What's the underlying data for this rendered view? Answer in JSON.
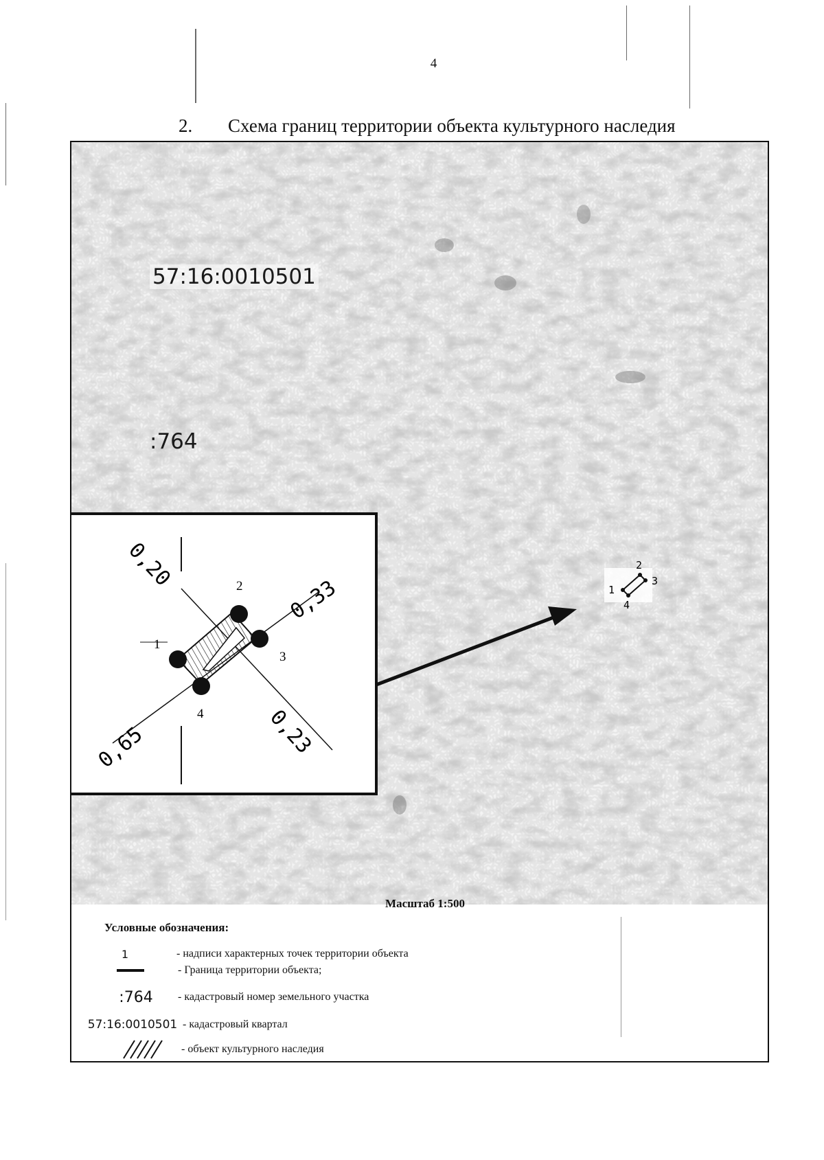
{
  "page": {
    "number": "4",
    "heading_number": "2.",
    "heading": "Схема границ территории объекта культурного наследия"
  },
  "map": {
    "quarter_label": "57:16:0010501",
    "parcel_label": ":764",
    "scale": "Масштаб 1:500",
    "inset": {
      "points": [
        "1",
        "2",
        "3",
        "4"
      ],
      "distances": [
        "0,20",
        "0,33",
        "0,23",
        "0,65"
      ]
    },
    "site_points": [
      "1",
      "2",
      "3",
      "4"
    ]
  },
  "legend": {
    "title": "Условные обозначения:",
    "items": [
      {
        "symbol": "1",
        "text": "- надписи характерных точек территории объекта"
      },
      {
        "symbol": "line",
        "text": "- Граница территории объекта;"
      },
      {
        "symbol": ":764",
        "text": "-   кадастровый номер земельного участка"
      },
      {
        "symbol": "57:16:0010501",
        "text": "-   кадастровый квартал"
      },
      {
        "symbol": "hatch",
        "text": "- объект культурного наследия"
      }
    ]
  },
  "colors": {
    "ink": "#111111",
    "map_noise": "#cfcfcf",
    "border": "#111111"
  }
}
